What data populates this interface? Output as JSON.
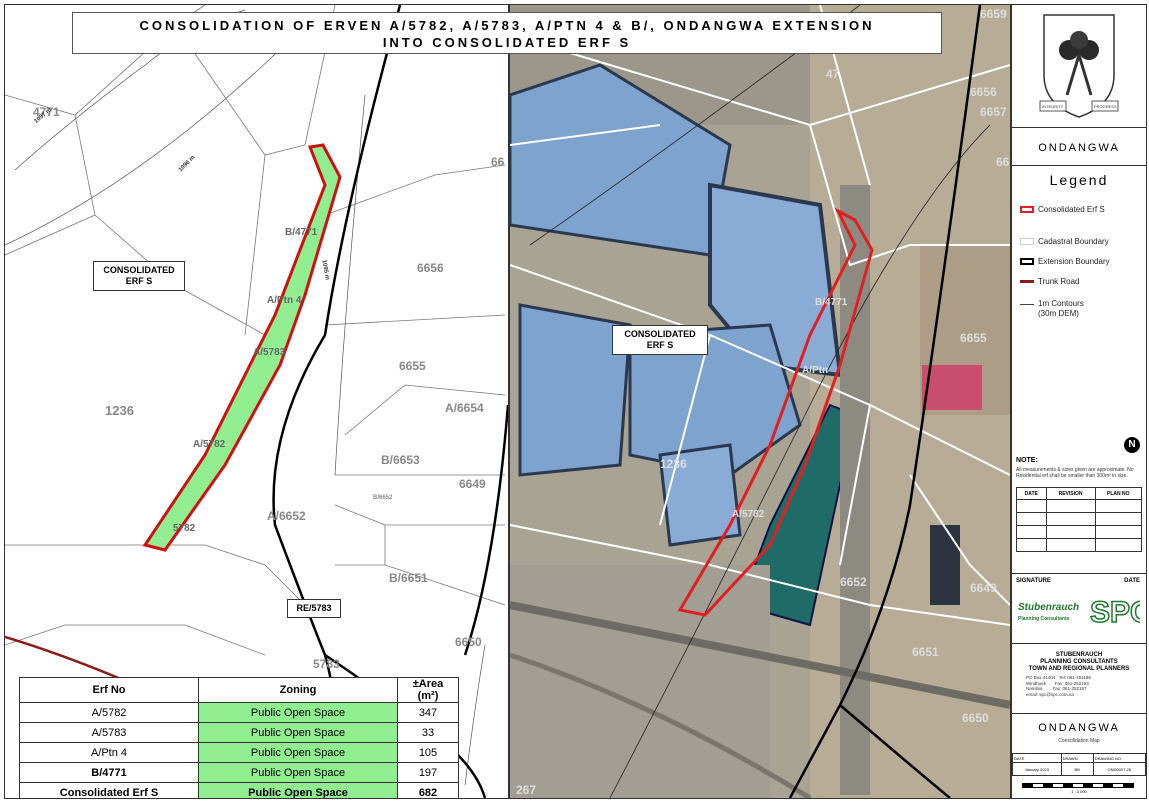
{
  "title": {
    "line1": "CONSOLIDATION OF ERVEN A/5782, A/5783, A/PTN 4 & B/, ONDANGWA EXTENSION",
    "line2": "INTO CONSOLIDATED ERF S"
  },
  "left_map": {
    "labels": {
      "e4771": "4771",
      "e66": "66",
      "b4771": "B/4771",
      "aptn4": "A/Ptn 4",
      "a5783": "A/5783",
      "e1236": "1236",
      "a5782": "A/5782",
      "e5782": "5782",
      "e6656": "6656",
      "e6655": "6655",
      "a6654": "A/6654",
      "b6653": "B/6653",
      "b6652": "B/6652",
      "e6649": "6649",
      "a6652": "A/6652",
      "b6651": "B/6651",
      "e6650": "6650",
      "e5783": "5783",
      "c1097": "1097 m",
      "c1096": "1096 m",
      "c1095": "1095 m"
    },
    "callout_consolidated": "CONSOLIDATED\nERF S",
    "callout_re5783": "RE/5783"
  },
  "right_map": {
    "labels": {
      "e1236": "1236",
      "b4771": "B/4771",
      "aptn": "A/Ptn",
      "a5782": "A/5782",
      "e6659": "6659",
      "e6656": "6656",
      "e6657": "6657",
      "e6655": "6655",
      "e6652": "6652",
      "e6651": "6651",
      "e6650": "6650",
      "e6649": "6649",
      "e66": "66",
      "e47": "47",
      "e267": "267"
    },
    "callout_consolidated": "CONSOLIDATED\nERF S"
  },
  "table": {
    "headers": [
      "Erf No",
      "Zoning",
      "±Area (m²)"
    ],
    "rows": [
      {
        "erf": "A/5782",
        "zoning": "Public Open Space",
        "area": "347"
      },
      {
        "erf": "A/5783",
        "zoning": "Public Open Space",
        "area": "33"
      },
      {
        "erf": "A/Ptn 4",
        "zoning": "Public Open Space",
        "area": "105"
      },
      {
        "erf": "B/4771",
        "zoning": "Public Open Space",
        "area": "197"
      },
      {
        "erf": "Consolidated Erf S",
        "zoning": "Public Open Space",
        "area": "682"
      }
    ]
  },
  "sidebar": {
    "crest_left": "INTEGRITY",
    "crest_right": "PROGRESS",
    "town": "ONDANGWA",
    "legend_title": "Legend",
    "legend": [
      {
        "label": "Consolidated Erf S",
        "color": "#e02020"
      },
      {
        "label": "Cadastral Boundary",
        "color": "#dddddd"
      },
      {
        "label": "Extension Boundary",
        "color": "#000000"
      },
      {
        "label": "Trunk Road",
        "color": "#8b1a1a"
      },
      {
        "label": "1m Contours\n(30m DEM)",
        "color": "#444444"
      }
    ],
    "note_title": "NOTE:",
    "note_text": "All measurements & sizes given are approximate. No Residential erf shall be smaller than 300m² in size.",
    "rev_headers": [
      "DATE",
      "REVISION",
      "PLAN NO"
    ],
    "signature_label": "SIGNATURE",
    "date_label": "DATE",
    "firm_logo": "Stubenrauch",
    "firm_sub": "Planning Consultants",
    "firm_name": "STUBENRAUCH\nPLANNING CONSULTANTS\nTOWN AND REGIONAL PLANNERS",
    "firm_contact": "PO Box 41404   Tel: 061-251189\nWindhoek       Fax: 061-252183\nNamibia        Fax: 061-252157\nemail: spc@spc.com.na",
    "town_bottom": "ONDANGWA",
    "map_type": "Consolidation Map",
    "meta_headers": [
      "DATE",
      "DRAWN",
      "DRAWING NO"
    ],
    "meta_values": [
      "January 2023",
      "BB",
      "OND0007-26"
    ],
    "scale": "1 : 3 000"
  }
}
